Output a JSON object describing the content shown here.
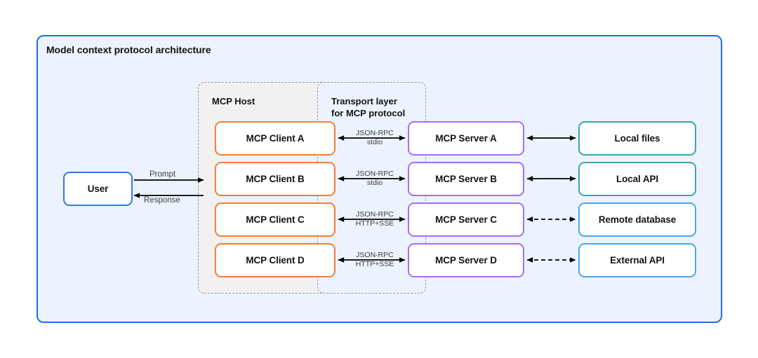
{
  "diagram": {
    "title": "Model context protocol architecture",
    "colors": {
      "panel_border": "#1f6feb",
      "panel_fill": "#ecf3fe",
      "client_border": "#f08034",
      "server_border": "#a56cfa",
      "local_resource_border": "#3aa6a6",
      "remote_resource_border": "#4aa6ef",
      "user_border": "#2e7ae6",
      "group_border": "#9a9a9a",
      "host_fill": "#f1f1f2",
      "arrow": "#000000"
    },
    "groups": [
      {
        "id": "host",
        "label": "MCP Host"
      },
      {
        "id": "transport",
        "label": "Transport layer\nfor MCP protocol"
      }
    ],
    "user": {
      "label": "User"
    },
    "user_arrows": [
      {
        "label": "Prompt",
        "direction": "right"
      },
      {
        "label": "Response",
        "direction": "left"
      }
    ],
    "rows": [
      {
        "client": "MCP Client A",
        "transport_label": "JSON-RPC\nstdio",
        "server": "MCP Server A",
        "resource": "Local files",
        "resource_link": "solid"
      },
      {
        "client": "MCP Client B",
        "transport_label": "JSON-RPC\nstdio",
        "server": "MCP Server B",
        "resource": "Local API",
        "resource_link": "solid"
      },
      {
        "client": "MCP Client C",
        "transport_label": "JSON-RPC\nHTTP+SSE",
        "server": "MCP Server C",
        "resource": "Remote database",
        "resource_link": "dashed"
      },
      {
        "client": "MCP Client D",
        "transport_label": "JSON-RPC\nHTTP+SSE",
        "server": "MCP Server D",
        "resource": "External API",
        "resource_link": "dashed"
      }
    ]
  }
}
